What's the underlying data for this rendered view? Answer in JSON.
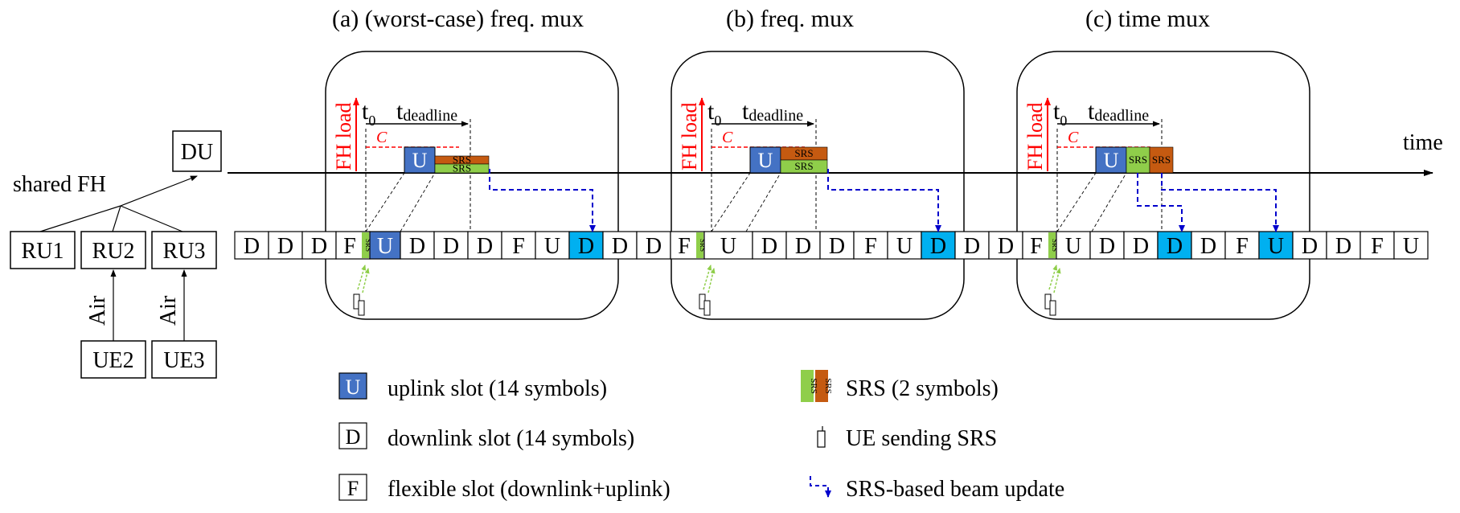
{
  "panels": [
    {
      "title": "(a) (worst-case)  freq. mux"
    },
    {
      "title": "(b)  freq. mux"
    },
    {
      "title": "(c)  time mux"
    }
  ],
  "axis": {
    "time_label": "time",
    "fh_load_label": "FH load",
    "t0_main": "t",
    "t0_sub": "0",
    "tdeadline_main": "t",
    "tdeadline_sub": "deadline",
    "capacity_label": "C"
  },
  "slot_letters": {
    "uplink": "U",
    "downlink": "D",
    "flexible": "F"
  },
  "srs_label": "SRS",
  "topology": {
    "du": "DU",
    "shared_fh": "shared FH",
    "rus": [
      "RU1",
      "RU2",
      "RU3"
    ],
    "ues": [
      "UE2",
      "UE3"
    ],
    "air": "Air"
  },
  "slot_row": [
    "D",
    "D",
    "D",
    "F",
    "U",
    "D",
    "D",
    "D",
    "F",
    "U",
    "D",
    "D",
    "D",
    "F",
    "U",
    "D",
    "D",
    "D",
    "F",
    "U",
    "D",
    "D",
    "D",
    "F",
    "U",
    "D",
    "D",
    "D",
    "D",
    "F",
    "U",
    "D",
    "D",
    "F",
    "U"
  ],
  "legend": {
    "uplink": "uplink slot (14 symbols)",
    "downlink": "downlink slot (14 symbols)",
    "flexible": "flexible slot (downlink+uplink)",
    "srs": "SRS (2 symbols)",
    "ue": "UE sending SRS",
    "beam": "SRS-based beam update"
  },
  "colors": {
    "uplink": "#4472c4",
    "downlink_highlight": "#00b0f0",
    "srs_green": "#8fce4a",
    "srs_orange": "#c55a11",
    "fh_red": "#ff0000",
    "beam_blue": "#0000cc"
  }
}
